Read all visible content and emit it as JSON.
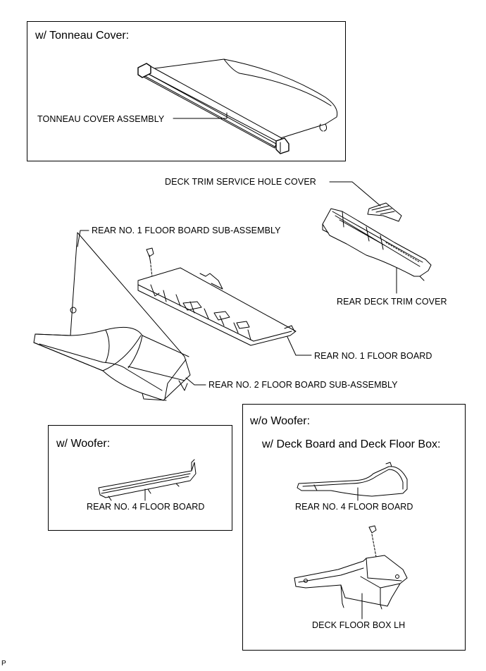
{
  "panels": {
    "tonneau": {
      "title": "w/ Tonneau Cover:"
    },
    "woofer": {
      "title": "w/ Woofer:"
    },
    "no_woofer": {
      "title": "w/o Woofer:",
      "subtitle": "w/ Deck Board and Deck Floor Box:"
    }
  },
  "labels": {
    "tonneau_cover_assembly": "TONNEAU COVER ASSEMBLY",
    "deck_trim_service_hole_cover": "DECK TRIM SERVICE HOLE COVER",
    "rear_no1_floor_board_sub_assembly": "REAR NO. 1 FLOOR BOARD SUB-ASSEMBLY",
    "rear_deck_trim_cover": "REAR DECK TRIM COVER",
    "rear_no1_floor_board": "REAR NO. 1 FLOOR BOARD",
    "rear_no2_floor_board_sub_assembly": "REAR NO. 2 FLOOR BOARD SUB-ASSEMBLY",
    "rear_no4_floor_board_woofer": "REAR NO. 4 FLOOR BOARD",
    "rear_no4_floor_board_no_woofer": "REAR NO. 4 FLOOR BOARD",
    "deck_floor_box_lh": "DECK FLOOR BOX LH"
  },
  "figure_code": "P"
}
